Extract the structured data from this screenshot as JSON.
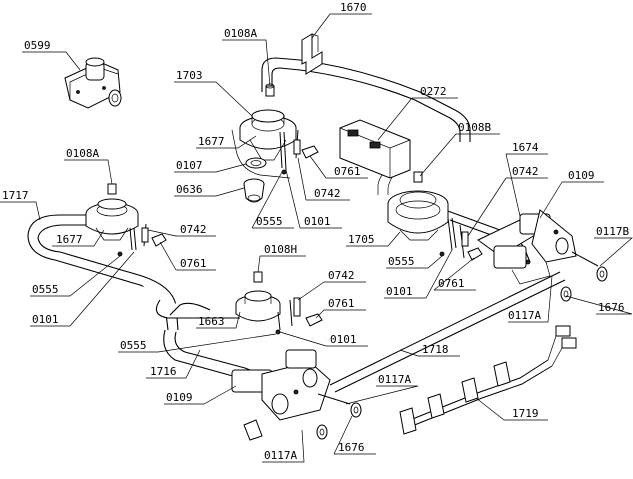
{
  "labels": {
    "l0599": "0599",
    "l0108A_top": "0108A",
    "l1670": "1670",
    "l1703": "1703",
    "l0272": "0272",
    "l0108B": "0108B",
    "l1677_top": "1677",
    "l0107": "0107",
    "l0761_a": "0761",
    "l0636": "0636",
    "l0742_a": "0742",
    "l1674": "1674",
    "l0742_b": "0742",
    "l0109_right": "0109",
    "l0108A_left": "0108A",
    "l0555_a": "0555",
    "l0101_a": "0101",
    "l1717": "1717",
    "l1705": "1705",
    "l0117B": "0117B",
    "l1677_left": "1677",
    "l0742_c": "0742",
    "l0555_b": "0555",
    "l0761_b": "0761",
    "l0101_b": "0101",
    "l0761_c": "0761",
    "l1676_right": "1676",
    "l0108H": "0108H",
    "l0555_c": "0555",
    "l0742_d": "0742",
    "l0101_c": "0101",
    "l0761_d": "0761",
    "l0117A_right": "0117A",
    "l1663": "1663",
    "l0101_d": "0101",
    "l0555_d": "0555",
    "l1718": "1718",
    "l1716": "1716",
    "l0109_left": "0109",
    "l0117A_mid": "0117A",
    "l1719": "1719",
    "l1676_bottom": "1676",
    "l0117A_bottom": "0117A"
  }
}
